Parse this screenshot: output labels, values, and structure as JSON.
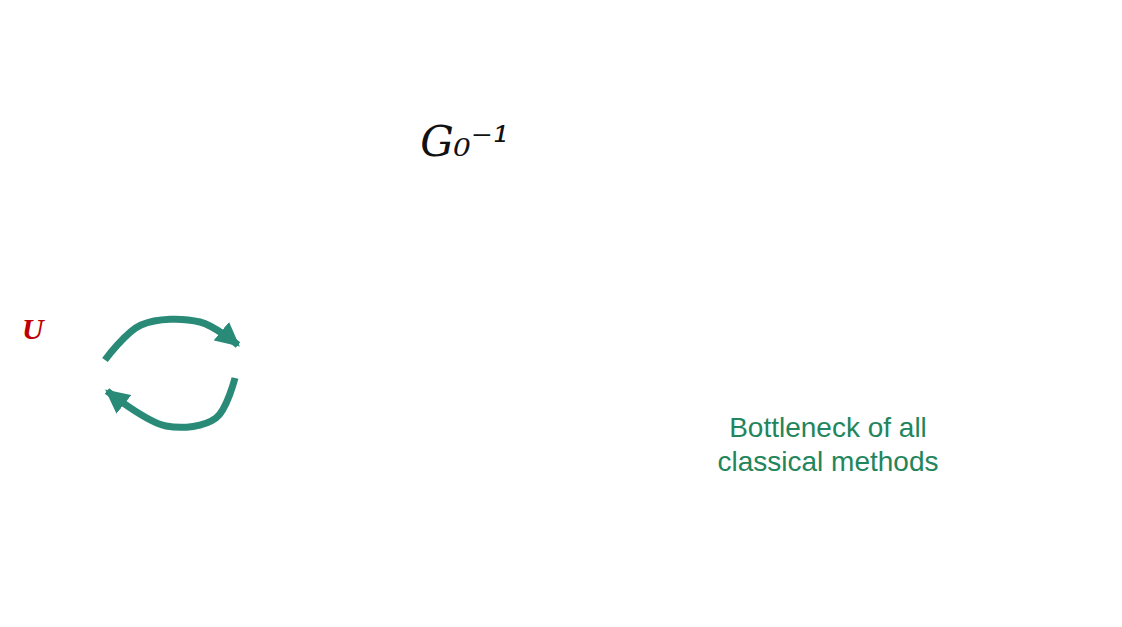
{
  "diagram": {
    "nodes": [
      {
        "text": [
          "G₀⁻¹"
        ]
      },
      {
        "text": [
          "U"
        ]
      },
      {
        "text": [
          "Bottleneck of all classical methods"
        ]
      }
    ],
    "edges": [
      {
        "from": 1,
        "to": 0,
        "arrow": "to"
      },
      {
        "from": 0,
        "to": 1,
        "arrow": "to"
      }
    ]
  }
}
